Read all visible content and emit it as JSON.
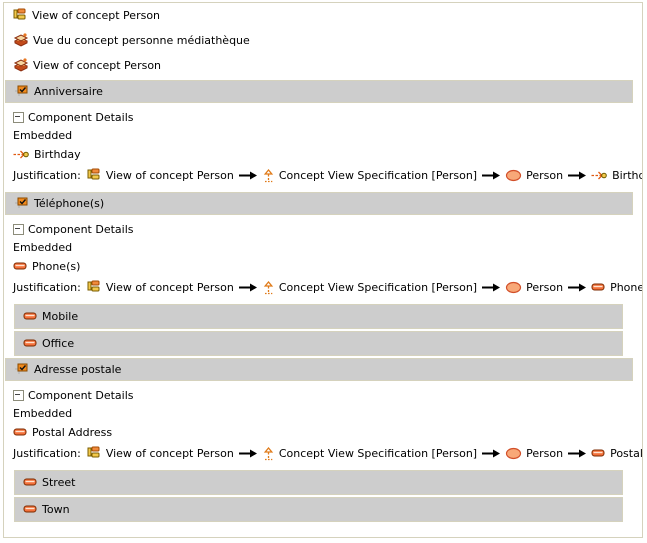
{
  "panel": {
    "title_rows": [
      {
        "icon": "concept-view-icon",
        "label": "View of concept Person"
      },
      {
        "icon": "package-icon",
        "label": "Vue du concept personne médiathèque"
      },
      {
        "icon": "package-icon",
        "label": "View of concept Person"
      }
    ],
    "groups": [
      {
        "header_icon": "feature-check-icon",
        "header_label": "Anniversaire",
        "details_label": "Component Details",
        "embedded_label": "Embedded",
        "member_icon": "dependency-arrow-icon",
        "member_label": "Birthday",
        "justification_label": "Justification:",
        "justification_chain": [
          {
            "icon": "concept-view-icon",
            "label": "View of concept Person"
          },
          {
            "icon": "abstraction-icon",
            "label": "Concept View Specification [Person]"
          },
          {
            "icon": "usecase-ellipse-icon",
            "label": "Person"
          },
          {
            "icon": "dependency-arrow-icon",
            "label": "Birthday"
          }
        ],
        "subrows": []
      },
      {
        "header_icon": "feature-check-icon",
        "header_label": "Téléphone(s)",
        "details_label": "Component Details",
        "embedded_label": "Embedded",
        "member_icon": "attribute-bar-icon",
        "member_label": "Phone(s)",
        "justification_label": "Justification:",
        "justification_chain": [
          {
            "icon": "concept-view-icon",
            "label": "View of concept Person"
          },
          {
            "icon": "abstraction-icon",
            "label": "Concept View Specification [Person]"
          },
          {
            "icon": "usecase-ellipse-icon",
            "label": "Person"
          },
          {
            "icon": "attribute-bar-icon",
            "label": "Phone(s)"
          }
        ],
        "subrows": [
          {
            "icon": "attribute-bar-icon",
            "label": "Mobile"
          },
          {
            "icon": "attribute-bar-icon",
            "label": "Office"
          }
        ]
      },
      {
        "header_icon": "feature-check-icon",
        "header_label": "Adresse postale",
        "details_label": "Component Details",
        "embedded_label": "Embedded",
        "member_icon": "attribute-bar-icon",
        "member_label": "Postal Address",
        "justification_label": "Justification:",
        "justification_chain": [
          {
            "icon": "concept-view-icon",
            "label": "View of concept Person"
          },
          {
            "icon": "abstraction-icon",
            "label": "Concept View Specification [Person]"
          },
          {
            "icon": "usecase-ellipse-icon",
            "label": "Person"
          },
          {
            "icon": "attribute-bar-icon",
            "label": "Postal Address"
          }
        ],
        "subrows": [
          {
            "icon": "attribute-bar-icon",
            "label": "Street"
          },
          {
            "icon": "attribute-bar-icon",
            "label": "Town"
          }
        ]
      }
    ]
  },
  "colors": {
    "panel_border": "#d5d2bd",
    "group_bar_bg": "#cdcdcd",
    "icon_orange": "#e87722",
    "icon_orange_light": "#f4a06a",
    "icon_yellow": "#f2c94c",
    "icon_red": "#b03020",
    "text": "#000000",
    "background": "#ffffff"
  }
}
